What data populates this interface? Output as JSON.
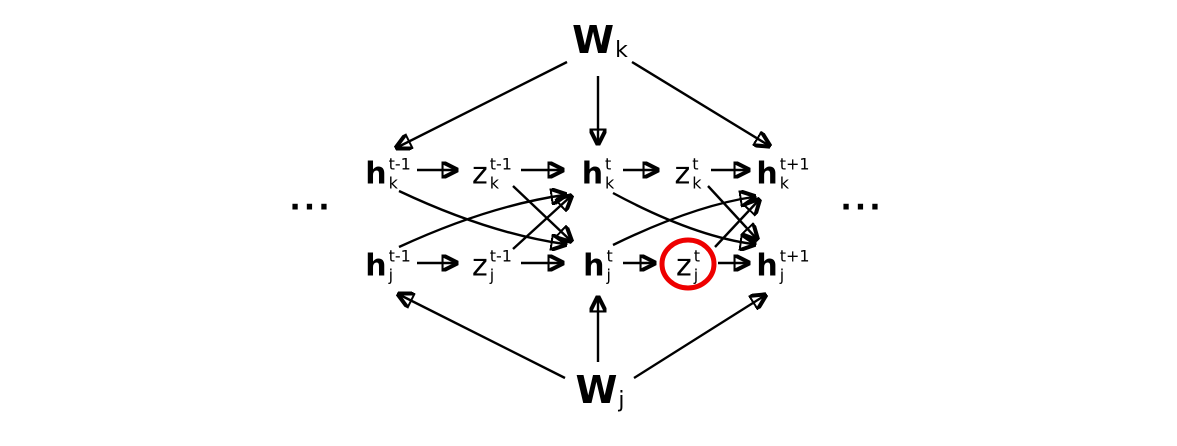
{
  "figure": {
    "background_color": "#ffffff",
    "ink_color": "#000000",
    "highlight_color": "#ee0000",
    "weights": {
      "top": {
        "base": "W",
        "sub": "k"
      },
      "bottom": {
        "base": "W",
        "sub": "j"
      }
    },
    "ellipses": {
      "left": "...",
      "right": "..."
    },
    "nodes": {
      "hk_tm1": {
        "base": "h",
        "sub": "k",
        "sup": "t-1"
      },
      "zk_tm1": {
        "base": "z",
        "sub": "k",
        "sup": "t-1"
      },
      "hk_t": {
        "base": "h",
        "sub": "k",
        "sup": "t"
      },
      "zk_t": {
        "base": "z",
        "sub": "k",
        "sup": "t"
      },
      "hk_tp1": {
        "base": "h",
        "sub": "k",
        "sup": "t+1"
      },
      "hj_tm1": {
        "base": "h",
        "sub": "j",
        "sup": "t-1"
      },
      "zj_tm1": {
        "base": "z",
        "sub": "j",
        "sup": "t-1"
      },
      "hj_t": {
        "base": "h",
        "sub": "j",
        "sup": "t"
      },
      "zj_t": {
        "base": "z",
        "sub": "j",
        "sup": "t",
        "highlighted": true
      },
      "hj_tp1": {
        "base": "h",
        "sub": "j",
        "sup": "t+1"
      }
    }
  }
}
